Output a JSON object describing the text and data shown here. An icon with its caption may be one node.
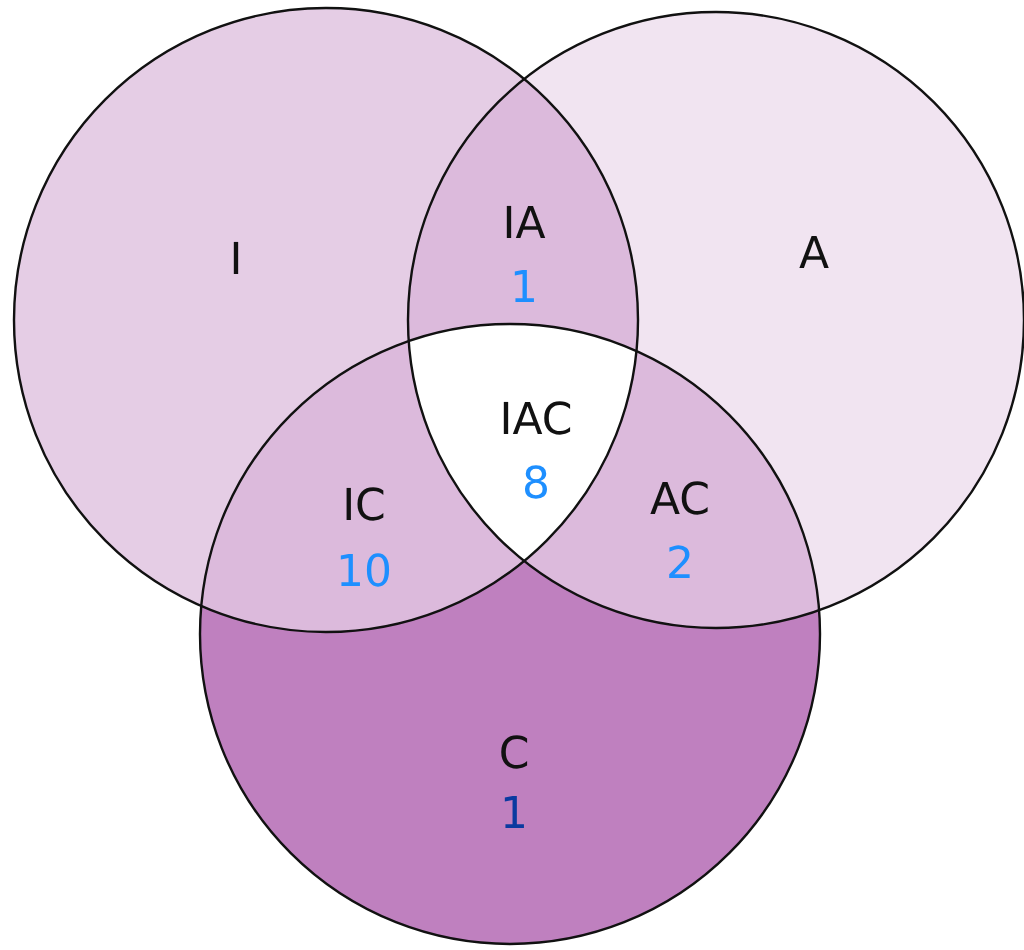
{
  "diagram": {
    "nodes": [
      {
        "text": [
          "I"
        ]
      },
      {
        "text": [
          "A"
        ]
      },
      {
        "text": [
          "C",
          "1"
        ]
      }
    ],
    "edges": [],
    "labels": [
      "IA",
      "1",
      "IAC",
      "8",
      "IC",
      "10",
      "AC",
      "2"
    ]
  }
}
